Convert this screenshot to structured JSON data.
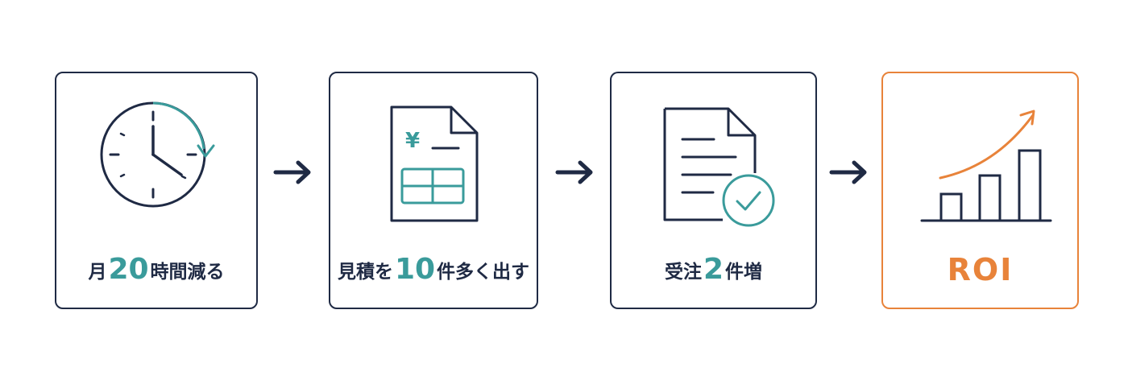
{
  "steps": [
    {
      "pre": "月",
      "num": "20",
      "post": "時間減る",
      "icon": "clock-refresh-icon"
    },
    {
      "pre": "見積を",
      "num": "10",
      "post": "件多く出す",
      "icon": "quote-document-icon",
      "currency_symbol": "¥"
    },
    {
      "pre": "受注",
      "num": "2",
      "post": "件増",
      "icon": "document-check-icon"
    },
    {
      "label": "ROI",
      "icon": "growth-chart-icon"
    }
  ],
  "connector_icon": "arrow-right-icon",
  "colors": {
    "navy": "#1f2a44",
    "teal": "#3a9b9b",
    "orange": "#e8833a"
  }
}
